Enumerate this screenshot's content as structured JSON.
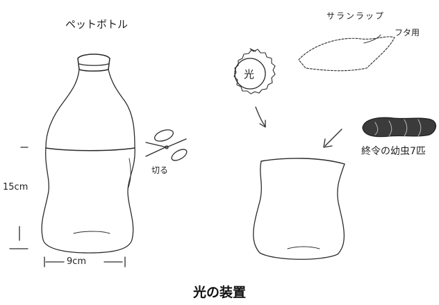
{
  "labels": {
    "bottle": "ペットボトル",
    "height": "15cm",
    "width": "9cm",
    "cut": "切る",
    "light": "光",
    "wrap": "サランラップ",
    "lid": "フタ用",
    "larva": "終令の幼虫7匹"
  },
  "caption": "光の装置"
}
